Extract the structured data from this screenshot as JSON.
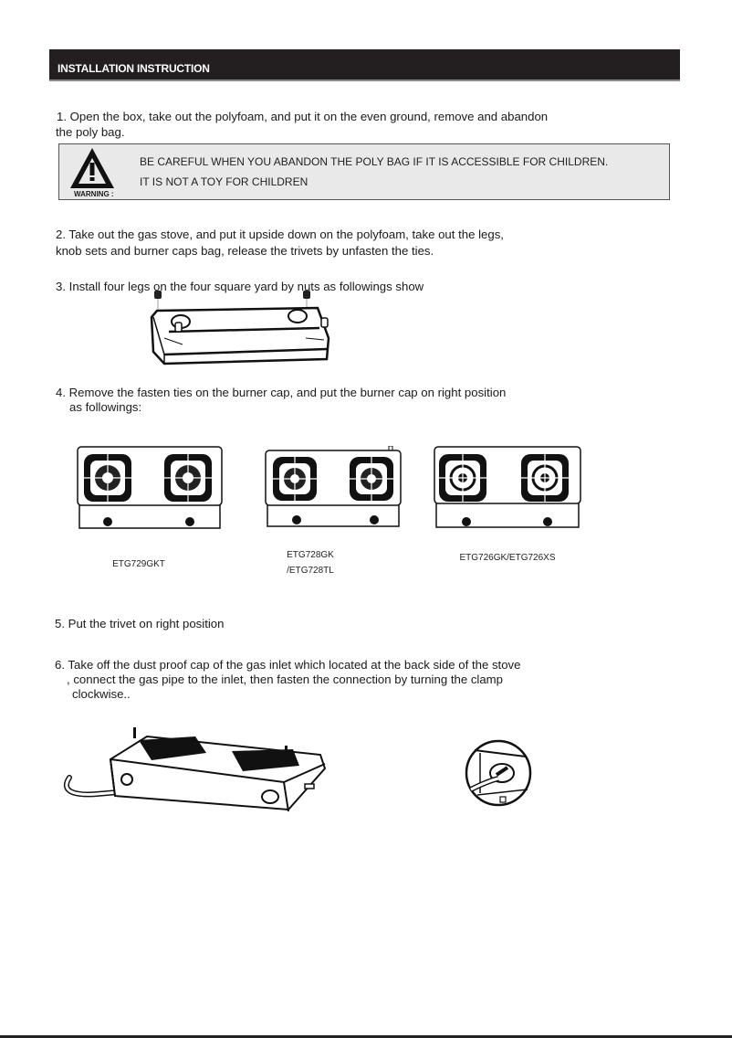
{
  "header": {
    "title": "INSTALLATION INSTRUCTION",
    "bar_color": "#231f20"
  },
  "steps": [
    {
      "number": "1",
      "lines": [
        "1. Open the box, take out the polyfoam, and put it on the even ground, remove and abandon",
        "the poly bag."
      ]
    },
    {
      "number": "2",
      "lines": [
        "2. Take out the gas stove, and put it upside down on the polyfoam, take out the legs,",
        "knob sets and burner caps bag, release the trivets by unfasten the ties."
      ]
    },
    {
      "number": "3",
      "lines": [
        "3. Install four legs on the four square yard by nuts as followings show"
      ]
    },
    {
      "number": "4",
      "lines": [
        "4. Remove the fasten ties on the burner cap, and put the  burner cap on right position",
        "as followings:"
      ]
    },
    {
      "number": "5",
      "lines": [
        "5.  Put the trivet on right position"
      ]
    },
    {
      "number": "6",
      "lines": [
        "6. Take off the dust proof cap of the gas inlet which located at the back side of the stove",
        ", connect the gas pipe to the inlet, then fasten the connection by turning the clamp",
        "clockwise.."
      ]
    }
  ],
  "warning": {
    "icon": "warning-triangle-icon",
    "label": "WARNING :",
    "lines": [
      "BE CAREFUL WHEN YOU ABANDON THE POLY BAG IF IT IS ACCESSIBLE FOR CHILDREN.",
      "IT IS NOT A TOY FOR CHILDREN"
    ]
  },
  "models": [
    {
      "label_lines": [
        "ETG729GKT"
      ]
    },
    {
      "label_lines": [
        "ETG728GK",
        "/ETG728TL"
      ]
    },
    {
      "label_lines": [
        "ETG726GK/ETG726XS"
      ]
    }
  ]
}
